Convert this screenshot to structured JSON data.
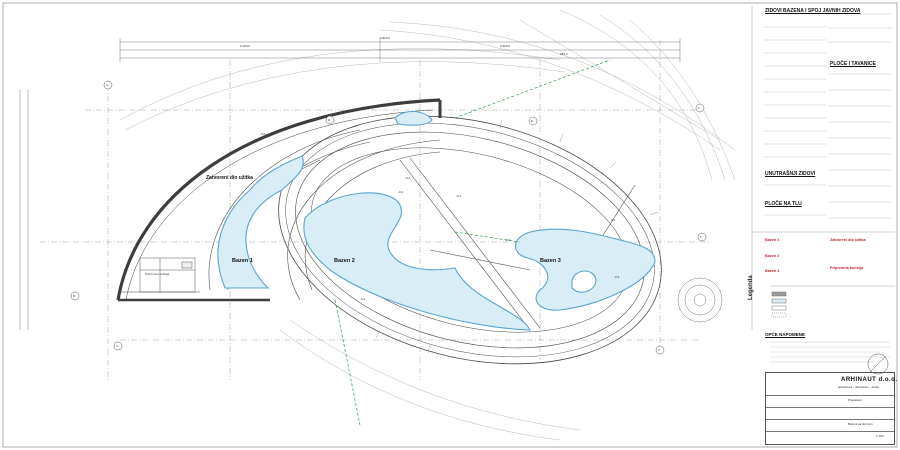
{
  "sheet": {
    "pools": {
      "pool1": "Bazen 1",
      "pool2": "Bazen 2",
      "pool3": "Bazen 3"
    },
    "zones": {
      "closed_part": "Zatvoreni dio užitka",
      "small_label": "Pripremna kuhinja"
    },
    "level_markers": [
      "-0,2",
      "-0,2",
      "-0,1",
      "-0,3",
      "-0,4",
      "-0,5",
      "-0,2",
      "-0,3"
    ],
    "axis_marks": [
      "A",
      "B",
      "C",
      "D",
      "E",
      "1",
      "1",
      "3"
    ],
    "dimensions": {
      "top_a": "2.400,0",
      "top_b": "2.500,0",
      "top_c": "280,0",
      "top_d": "6.800,0"
    }
  },
  "legend": {
    "heading_1": "ZIDOVI BAZENA I SPOJ JAVNIH ZIDOVA",
    "heading_2": "PLOČE I TAVANICE",
    "heading_3": "UNUTRAŠNJI ZIDOVI",
    "heading_4": "PLOČE NA TLU",
    "rotated": "Legenda",
    "pool_notes_title_1": "Bazen 1",
    "pool_notes_title_2": "Bazen 2",
    "pool_notes_title_3": "Bazen 3",
    "closed_part_title": "Zatvoreni dio užitka",
    "kitchen_title": "Pripremna kuhinja",
    "notes_title": "OPĆE NAPOMENE"
  },
  "title_block": {
    "firm": "ARHINAUT d.o.o.",
    "firm_sub": "arhitektura · urbanizam · dizajn",
    "project": "Projektant",
    "sheet_title": "Bazeni sa tlocrtom",
    "scale": "1:100"
  },
  "colors": {
    "line": "#4a4a4a",
    "water_fill": "#d9edf7",
    "water_edge": "#5aa5cf",
    "red_note": "#c0262c",
    "green_dash": "#2f9a42"
  }
}
